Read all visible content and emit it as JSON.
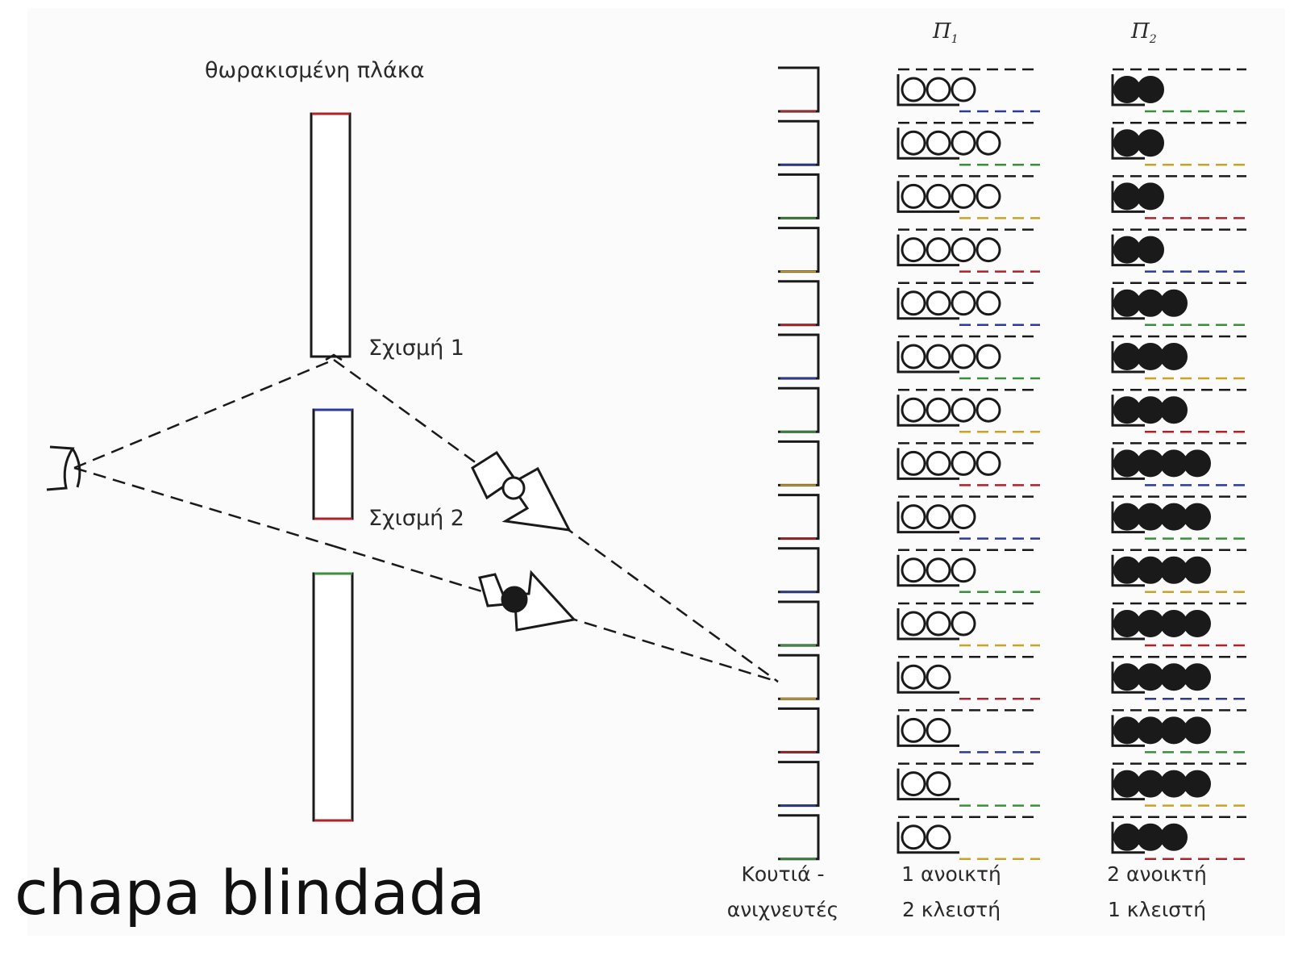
{
  "labels": {
    "plate": "θωρακισμένη πλάκα",
    "slit1": "Σχισμή 1",
    "slit2": "Σχισμή 2",
    "col_p1_letter": "Π",
    "col_p1_sub": "1",
    "col_p2_letter": "Π",
    "col_p2_sub": "2",
    "boxes_line1": "Κουτιά -",
    "boxes_line2": "ανιχνευτές",
    "p1_line1": "1 ανοικτή",
    "p1_line2": "2 κλειστή",
    "p2_line1": "2 ανοικτή",
    "p2_line2": "1 κλειστή"
  },
  "caption": "chapa blindada",
  "particles": {
    "p1_open_counts": [
      3,
      4,
      4,
      4,
      4,
      4,
      4,
      4,
      3,
      3,
      3,
      2,
      2,
      2,
      2
    ],
    "p2_filled_counts": [
      2,
      2,
      2,
      2,
      3,
      3,
      3,
      4,
      4,
      4,
      4,
      4,
      4,
      4,
      3
    ]
  },
  "colors": {
    "ink": "#1a1a1a",
    "accent_red": "#b0222a",
    "accent_blue": "#2b3a9c",
    "accent_green": "#3a8f3a"
  }
}
